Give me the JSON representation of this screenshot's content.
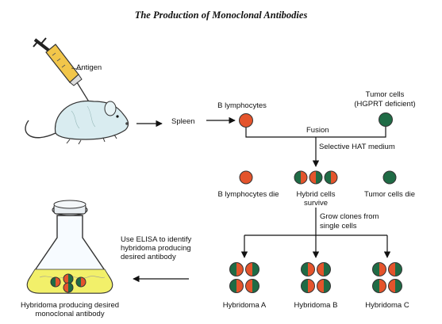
{
  "title": "The Production of Monoclonal Antibodies",
  "labels": {
    "antigen": "Antigen",
    "spleen": "Spleen",
    "b_lymphocytes": "B lymphocytes",
    "tumor_cells": "Tumor cells",
    "tumor_cells_note": "(HGPRT deficient)",
    "fusion": "Fusion",
    "selective_hat": "Selective HAT medium",
    "b_die": "B lymphocytes die",
    "hybrid_survive_1": "Hybrid cells",
    "hybrid_survive_2": "survive",
    "tumor_die": "Tumor cells die",
    "grow_1": "Grow clones from",
    "grow_2": "single cells",
    "elisa_1": "Use ELISA to identify",
    "elisa_2": "hybridoma producing",
    "elisa_3": "desired antibody",
    "hybridoma_a": "Hybridoma A",
    "hybridoma_b": "Hybridoma B",
    "hybridoma_c": "Hybridoma C",
    "flask_1": "Hybridoma producing desired",
    "flask_2": "monoclonal antibody"
  },
  "colors": {
    "b_cell": "#e4542c",
    "tumor_cell": "#1f6b45",
    "flask_liquid": "#f2f06a",
    "mouse": "#d9ecf0",
    "syringe_fluid": "#f2c64a"
  }
}
